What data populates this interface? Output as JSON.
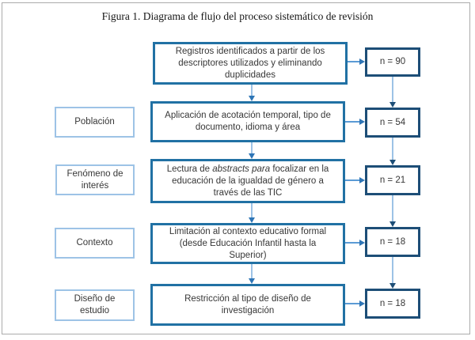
{
  "figure": {
    "title": "Figura 1. Diagrama de flujo del proceso sistemático de revisión"
  },
  "flow": {
    "row1": {
      "process_lines": [
        "Registros identificados a partir de los",
        "descriptores utilizados y eliminando",
        "duplicidades"
      ],
      "count": "n = 90"
    },
    "row2": {
      "stage": "Población",
      "process_lines": [
        "Aplicación de acotación temporal, tipo de",
        "documento, idioma y área"
      ],
      "count": "n = 54"
    },
    "row3": {
      "stage": "Fenómeno de\ninterés",
      "line1": {
        "pre": "Lectura de ",
        "italic": "abstracts para",
        "post": " focalizar en la"
      },
      "process_lines": [
        "educación de la igualdad de género a",
        "través de las TIC"
      ],
      "count": "n = 21"
    },
    "row4": {
      "stage": "Contexto",
      "process_lines": [
        "Limitación al contexto educativo formal",
        "(desde Educación Infantil hasta la",
        "Superior)"
      ],
      "count": "n = 18"
    },
    "row5": {
      "stage": "Diseño de\nestudio",
      "process_lines": [
        "Restricción al tipo de diseño de",
        "investigación"
      ],
      "count": "n = 18"
    }
  },
  "colors": {
    "process_box_border": "#2171a4",
    "count_box_border": "#1d4e77",
    "stage_box_border": "#9dc3e6",
    "arrow_line_light": "#9dc3e6",
    "arrow_line_medium": "#5b9bd5",
    "arrow_head_medium": "#2e75b6",
    "arrow_head_dark": "#1d4e77",
    "frame_border": "#ababab",
    "text": "#373737"
  }
}
